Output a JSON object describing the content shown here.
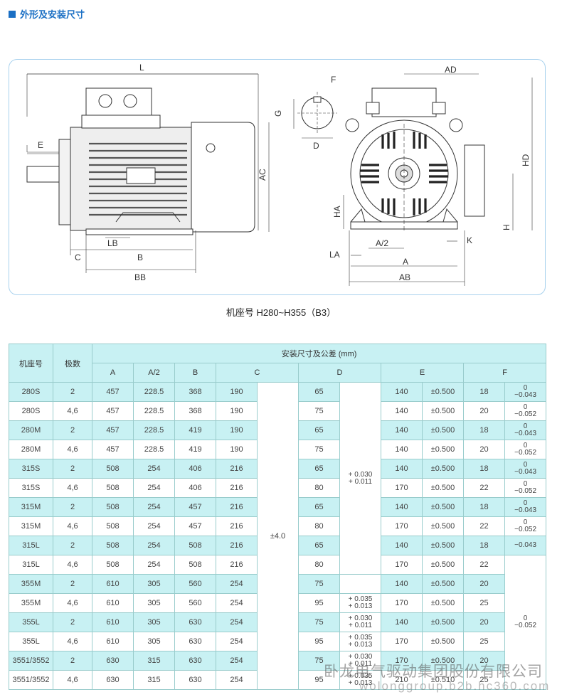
{
  "section_title": "外形及安装尺寸",
  "figure_labels": {
    "L": "L",
    "E": "E",
    "AC": "AC",
    "C": "C",
    "LB": "LB",
    "B": "B",
    "BB": "BB",
    "F": "F",
    "G": "G",
    "D": "D",
    "AD": "AD",
    "HD": "HD",
    "HA": "HA",
    "H": "H",
    "LA": "LA",
    "A2": "A/2",
    "A": "A",
    "AB": "AB",
    "K": "K"
  },
  "caption": "机座号 H280~H355（B3）",
  "table": {
    "h_frame": "机座号",
    "h_poles": "极数",
    "h_group": "安装尺寸及公差 (mm)",
    "h_A": "A",
    "h_A2": "A/2",
    "h_B": "B",
    "h_C": "C",
    "h_D": "D",
    "h_E": "E",
    "h_F": "F",
    "c_tol": "±4.0",
    "rows": [
      {
        "f": "280S",
        "p": "2",
        "a": "457",
        "a2": "228.5",
        "b": "368",
        "c": "190",
        "d": "65",
        "e": "140",
        "et": "±0.500",
        "fv": "18",
        "ft1": "0",
        "ft2": "−0.043"
      },
      {
        "f": "280S",
        "p": "4,6",
        "a": "457",
        "a2": "228.5",
        "b": "368",
        "c": "190",
        "d": "75",
        "e": "140",
        "et": "±0.500",
        "fv": "20",
        "ft1": "0",
        "ft2": "−0.052"
      },
      {
        "f": "280M",
        "p": "2",
        "a": "457",
        "a2": "228.5",
        "b": "419",
        "c": "190",
        "d": "65",
        "e": "140",
        "et": "±0.500",
        "fv": "18",
        "ft1": "0",
        "ft2": "−0.043"
      },
      {
        "f": "280M",
        "p": "4,6",
        "a": "457",
        "a2": "228.5",
        "b": "419",
        "c": "190",
        "d": "75",
        "e": "140",
        "et": "±0.500",
        "fv": "20",
        "ft1": "0",
        "ft2": "−0.052"
      },
      {
        "f": "315S",
        "p": "2",
        "a": "508",
        "a2": "254",
        "b": "406",
        "c": "216",
        "d": "65",
        "e": "140",
        "et": "±0.500",
        "fv": "18",
        "ft1": "0",
        "ft2": "−0.043"
      },
      {
        "f": "315S",
        "p": "4,6",
        "a": "508",
        "a2": "254",
        "b": "406",
        "c": "216",
        "d": "80",
        "e": "170",
        "et": "±0.500",
        "fv": "22",
        "ft1": "0",
        "ft2": "−0.052"
      },
      {
        "f": "315M",
        "p": "2",
        "a": "508",
        "a2": "254",
        "b": "457",
        "c": "216",
        "d": "65",
        "e": "140",
        "et": "±0.500",
        "fv": "18",
        "ft1": "0",
        "ft2": "−0.043"
      },
      {
        "f": "315M",
        "p": "4,6",
        "a": "508",
        "a2": "254",
        "b": "457",
        "c": "216",
        "d": "80",
        "e": "170",
        "et": "±0.500",
        "fv": "22",
        "ft1": "0",
        "ft2": "−0.052"
      },
      {
        "f": "315L",
        "p": "2",
        "a": "508",
        "a2": "254",
        "b": "508",
        "c": "216",
        "d": "65",
        "e": "140",
        "et": "±0.500",
        "fv": "18",
        "ft1": "",
        "ft2": "−0.043"
      },
      {
        "f": "315L",
        "p": "4,6",
        "a": "508",
        "a2": "254",
        "b": "508",
        "c": "216",
        "d": "80",
        "e": "170",
        "et": "±0.500",
        "fv": "22"
      },
      {
        "f": "355M",
        "p": "2",
        "a": "610",
        "a2": "305",
        "b": "560",
        "c": "254",
        "d": "75",
        "e": "140",
        "et": "±0.500",
        "fv": "20"
      },
      {
        "f": "355M",
        "p": "4,6",
        "a": "610",
        "a2": "305",
        "b": "560",
        "c": "254",
        "d": "95",
        "e": "170",
        "et": "±0.500",
        "fv": "25"
      },
      {
        "f": "355L",
        "p": "2",
        "a": "610",
        "a2": "305",
        "b": "630",
        "c": "254",
        "d": "75",
        "e": "140",
        "et": "±0.500",
        "fv": "20"
      },
      {
        "f": "355L",
        "p": "4,6",
        "a": "610",
        "a2": "305",
        "b": "630",
        "c": "254",
        "d": "95",
        "e": "170",
        "et": "±0.500",
        "fv": "25"
      },
      {
        "f": "3551/3552",
        "p": "2",
        "a": "630",
        "a2": "315",
        "b": "630",
        "c": "254",
        "d": "75",
        "e": "170",
        "et": "±0.500",
        "fv": "20"
      },
      {
        "f": "3551/3552",
        "p": "4,6",
        "a": "630",
        "a2": "315",
        "b": "630",
        "c": "254",
        "d": "95",
        "e": "210",
        "et": "±0.510",
        "fv": "25"
      }
    ],
    "d_tol_a1": "+ 0.030",
    "d_tol_a2": "+ 0.011",
    "d_tol_b1": "+ 0.035",
    "d_tol_b2": "+ 0.013",
    "d_tol_c1": "+ 0.030",
    "d_tol_c2": "+ 0.011",
    "d_tol_d1": "+ 0.035",
    "d_tol_d2": "+ 0.013",
    "d_tol_e1": "+ 0.030",
    "d_tol_e2": "+ 0.011",
    "d_tol_f1": "+ 0.035",
    "d_tol_f2": "+ 0.013",
    "f_tol_m1": "0",
    "f_tol_m2": "−0.052"
  },
  "watermark": "卧龙电气驱动集团股份有限公司",
  "watermark2": "wolonggroup.b2b.hc360.com",
  "colors": {
    "accent": "#1a6fc4",
    "table_fill": "#c8f1f3",
    "figure_border": "#a9d2ee"
  }
}
